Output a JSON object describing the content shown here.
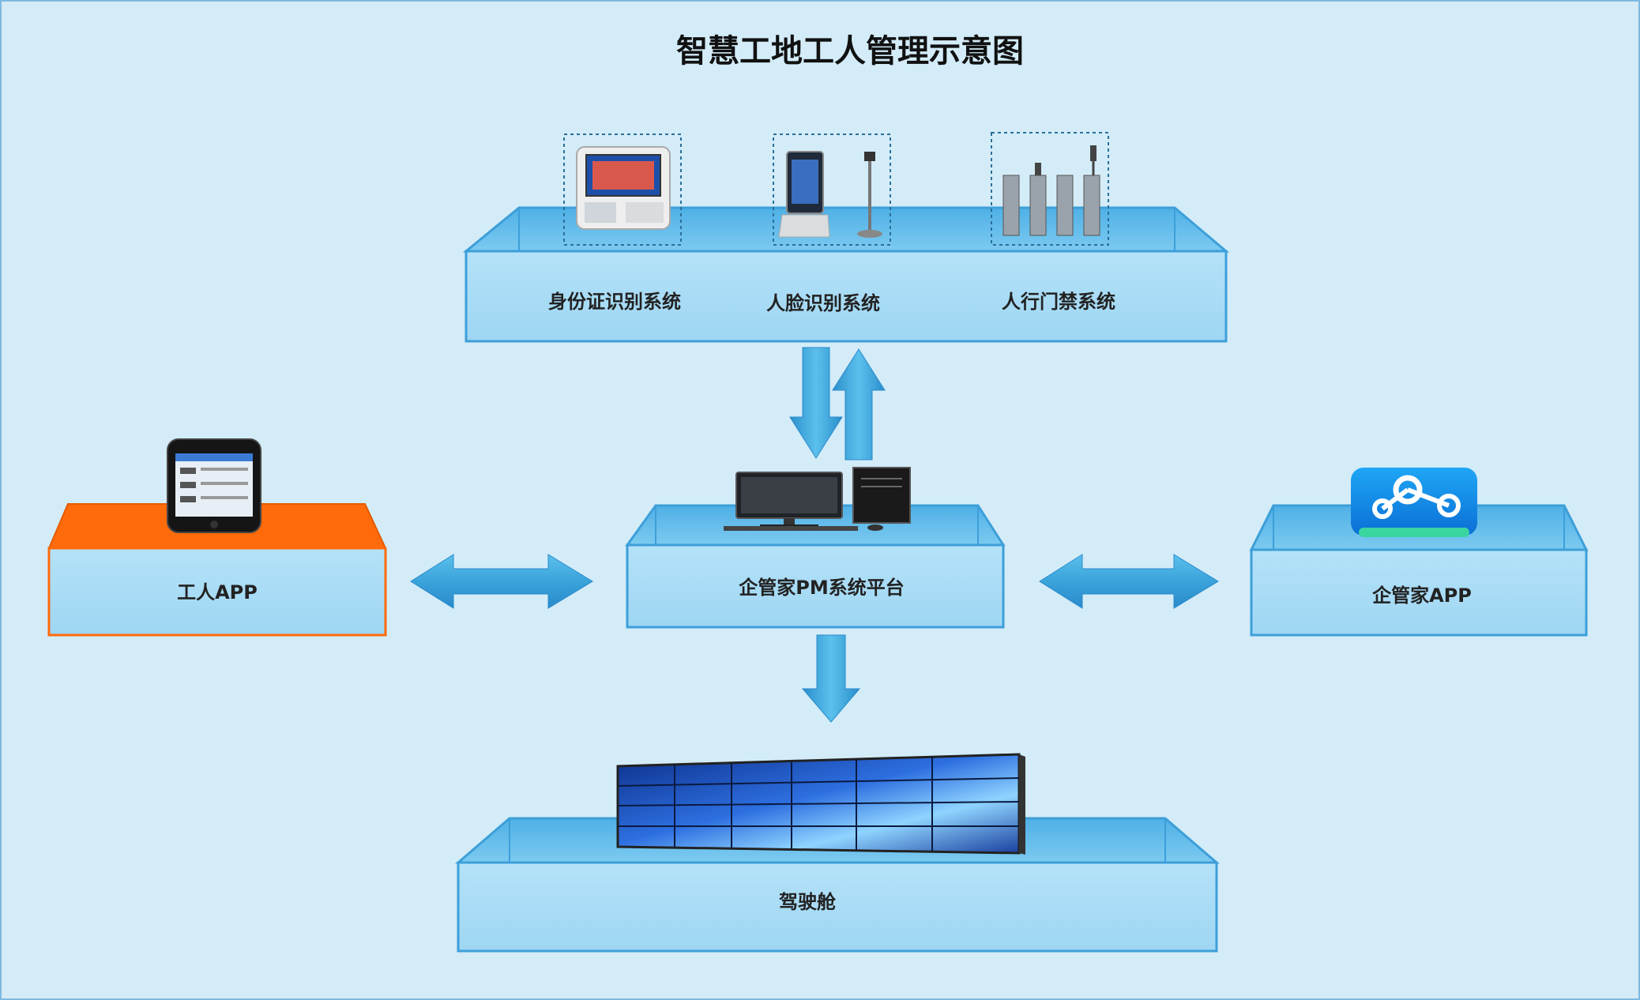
{
  "title": "智慧工地工人管理示意图",
  "top_panel": {
    "devices": [
      {
        "label": "身份证识别系统",
        "icon": "id-card-reader-icon"
      },
      {
        "label": "人脸识别系统",
        "icon": "face-terminal-icon"
      },
      {
        "label": "人行门禁系统",
        "icon": "turnstile-gate-icon"
      }
    ]
  },
  "center_panel": {
    "label": "企管家PM系统平台",
    "icon": "desktop-computer-icon"
  },
  "left_panel": {
    "label": "工人APP",
    "icon": "smartphone-icon"
  },
  "right_panel": {
    "label": "企管家APP",
    "icon": "app-logo-icon"
  },
  "bottom_panel": {
    "label": "驾驶舱",
    "icon": "video-wall-icon"
  },
  "colors": {
    "background": "#d3ecf8",
    "box_face": "#a9dcf6",
    "box_top": "#5cb8e8",
    "box_edge": "#3d9fd9",
    "arrow": "#3ba3d9",
    "worker_top": "#ff6a0a"
  }
}
